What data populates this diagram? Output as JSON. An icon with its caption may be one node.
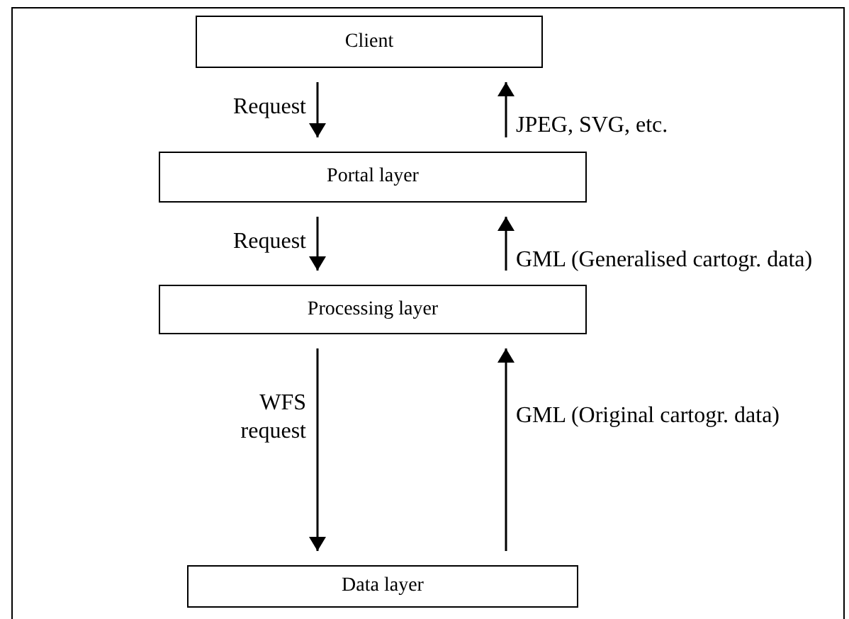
{
  "diagram": {
    "nodes": [
      {
        "text": [
          "Client"
        ]
      },
      {
        "text": [
          "Portal layer"
        ]
      },
      {
        "text": [
          "Processing layer"
        ]
      },
      {
        "text": [
          "Data layer"
        ]
      }
    ],
    "edges": [
      {
        "from": 0,
        "to": 1,
        "arrow": "to",
        "label": "Request"
      },
      {
        "from": 1,
        "to": 0,
        "arrow": "to",
        "label": "JPEG, SVG, etc."
      },
      {
        "from": 1,
        "to": 2,
        "arrow": "to",
        "label": "Request"
      },
      {
        "from": 2,
        "to": 1,
        "arrow": "to",
        "label": "GML (Generalised cartogr. data)"
      },
      {
        "from": 2,
        "to": 3,
        "arrow": "to",
        "label": "WFS request"
      },
      {
        "from": 3,
        "to": 2,
        "arrow": "to",
        "label": "GML (Original cartogr. data)"
      }
    ]
  }
}
